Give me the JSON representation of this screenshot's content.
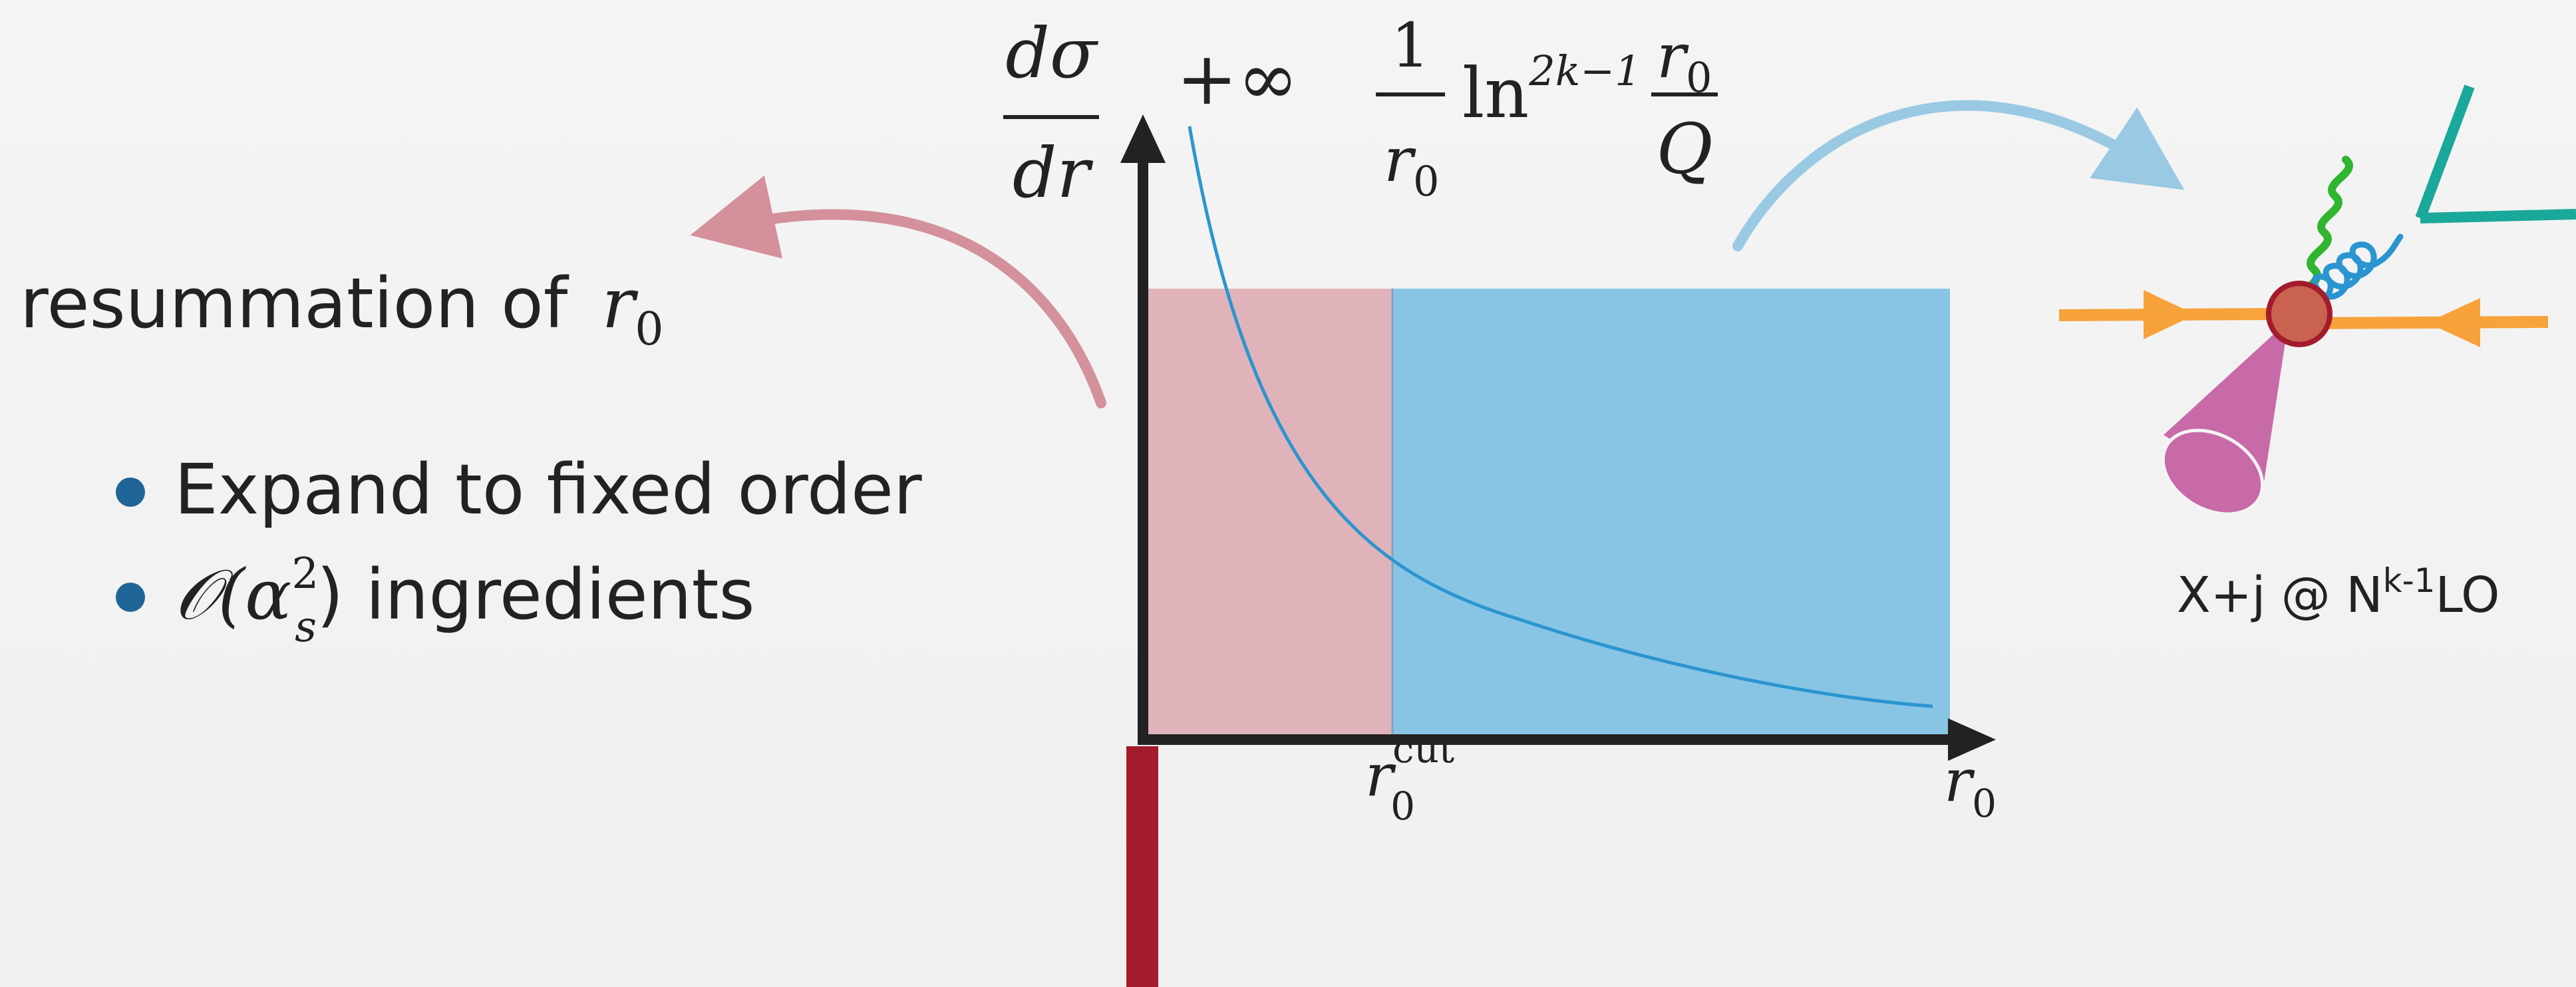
{
  "left_panel": {
    "heading": "resummation of",
    "heading_symbol": "r",
    "heading_subscript": "0",
    "bullets": [
      {
        "text": "Expand to fixed order"
      },
      {
        "prefix": "𝒪(",
        "symbol": "α",
        "subscript": "s",
        "superscript": "2",
        "suffix": ") ingredients"
      }
    ],
    "bullet_color": "#1f6597"
  },
  "plot": {
    "y_label_numerator": "dσ",
    "y_label_denominator": "dr",
    "plus_infinity": "+∞",
    "formula": {
      "fraction_numerator": "1",
      "fraction_denominator": "r",
      "fraction_denominator_sub": "0",
      "log": "ln",
      "log_exponent": "2k−1",
      "ratio_numerator": "r",
      "ratio_numerator_sub": "0",
      "ratio_denominator": "Q"
    },
    "cut_label": "r",
    "cut_label_sub": "0",
    "cut_label_sup": "cut",
    "x_label": "r",
    "x_label_sub": "0",
    "region_colors": {
      "resummation": "#e0b3ba",
      "fixed_order": "#88c5e4",
      "curve": "#2b95d0",
      "axis": "#222222",
      "marker": "#a31b2c"
    }
  },
  "right_panel": {
    "caption_prefix": "X+j @ N",
    "caption_superscript": "k-1",
    "caption_suffix": "LO"
  },
  "arrows": {
    "left_color": "#d4919b",
    "right_color": "#9ac9e3"
  }
}
